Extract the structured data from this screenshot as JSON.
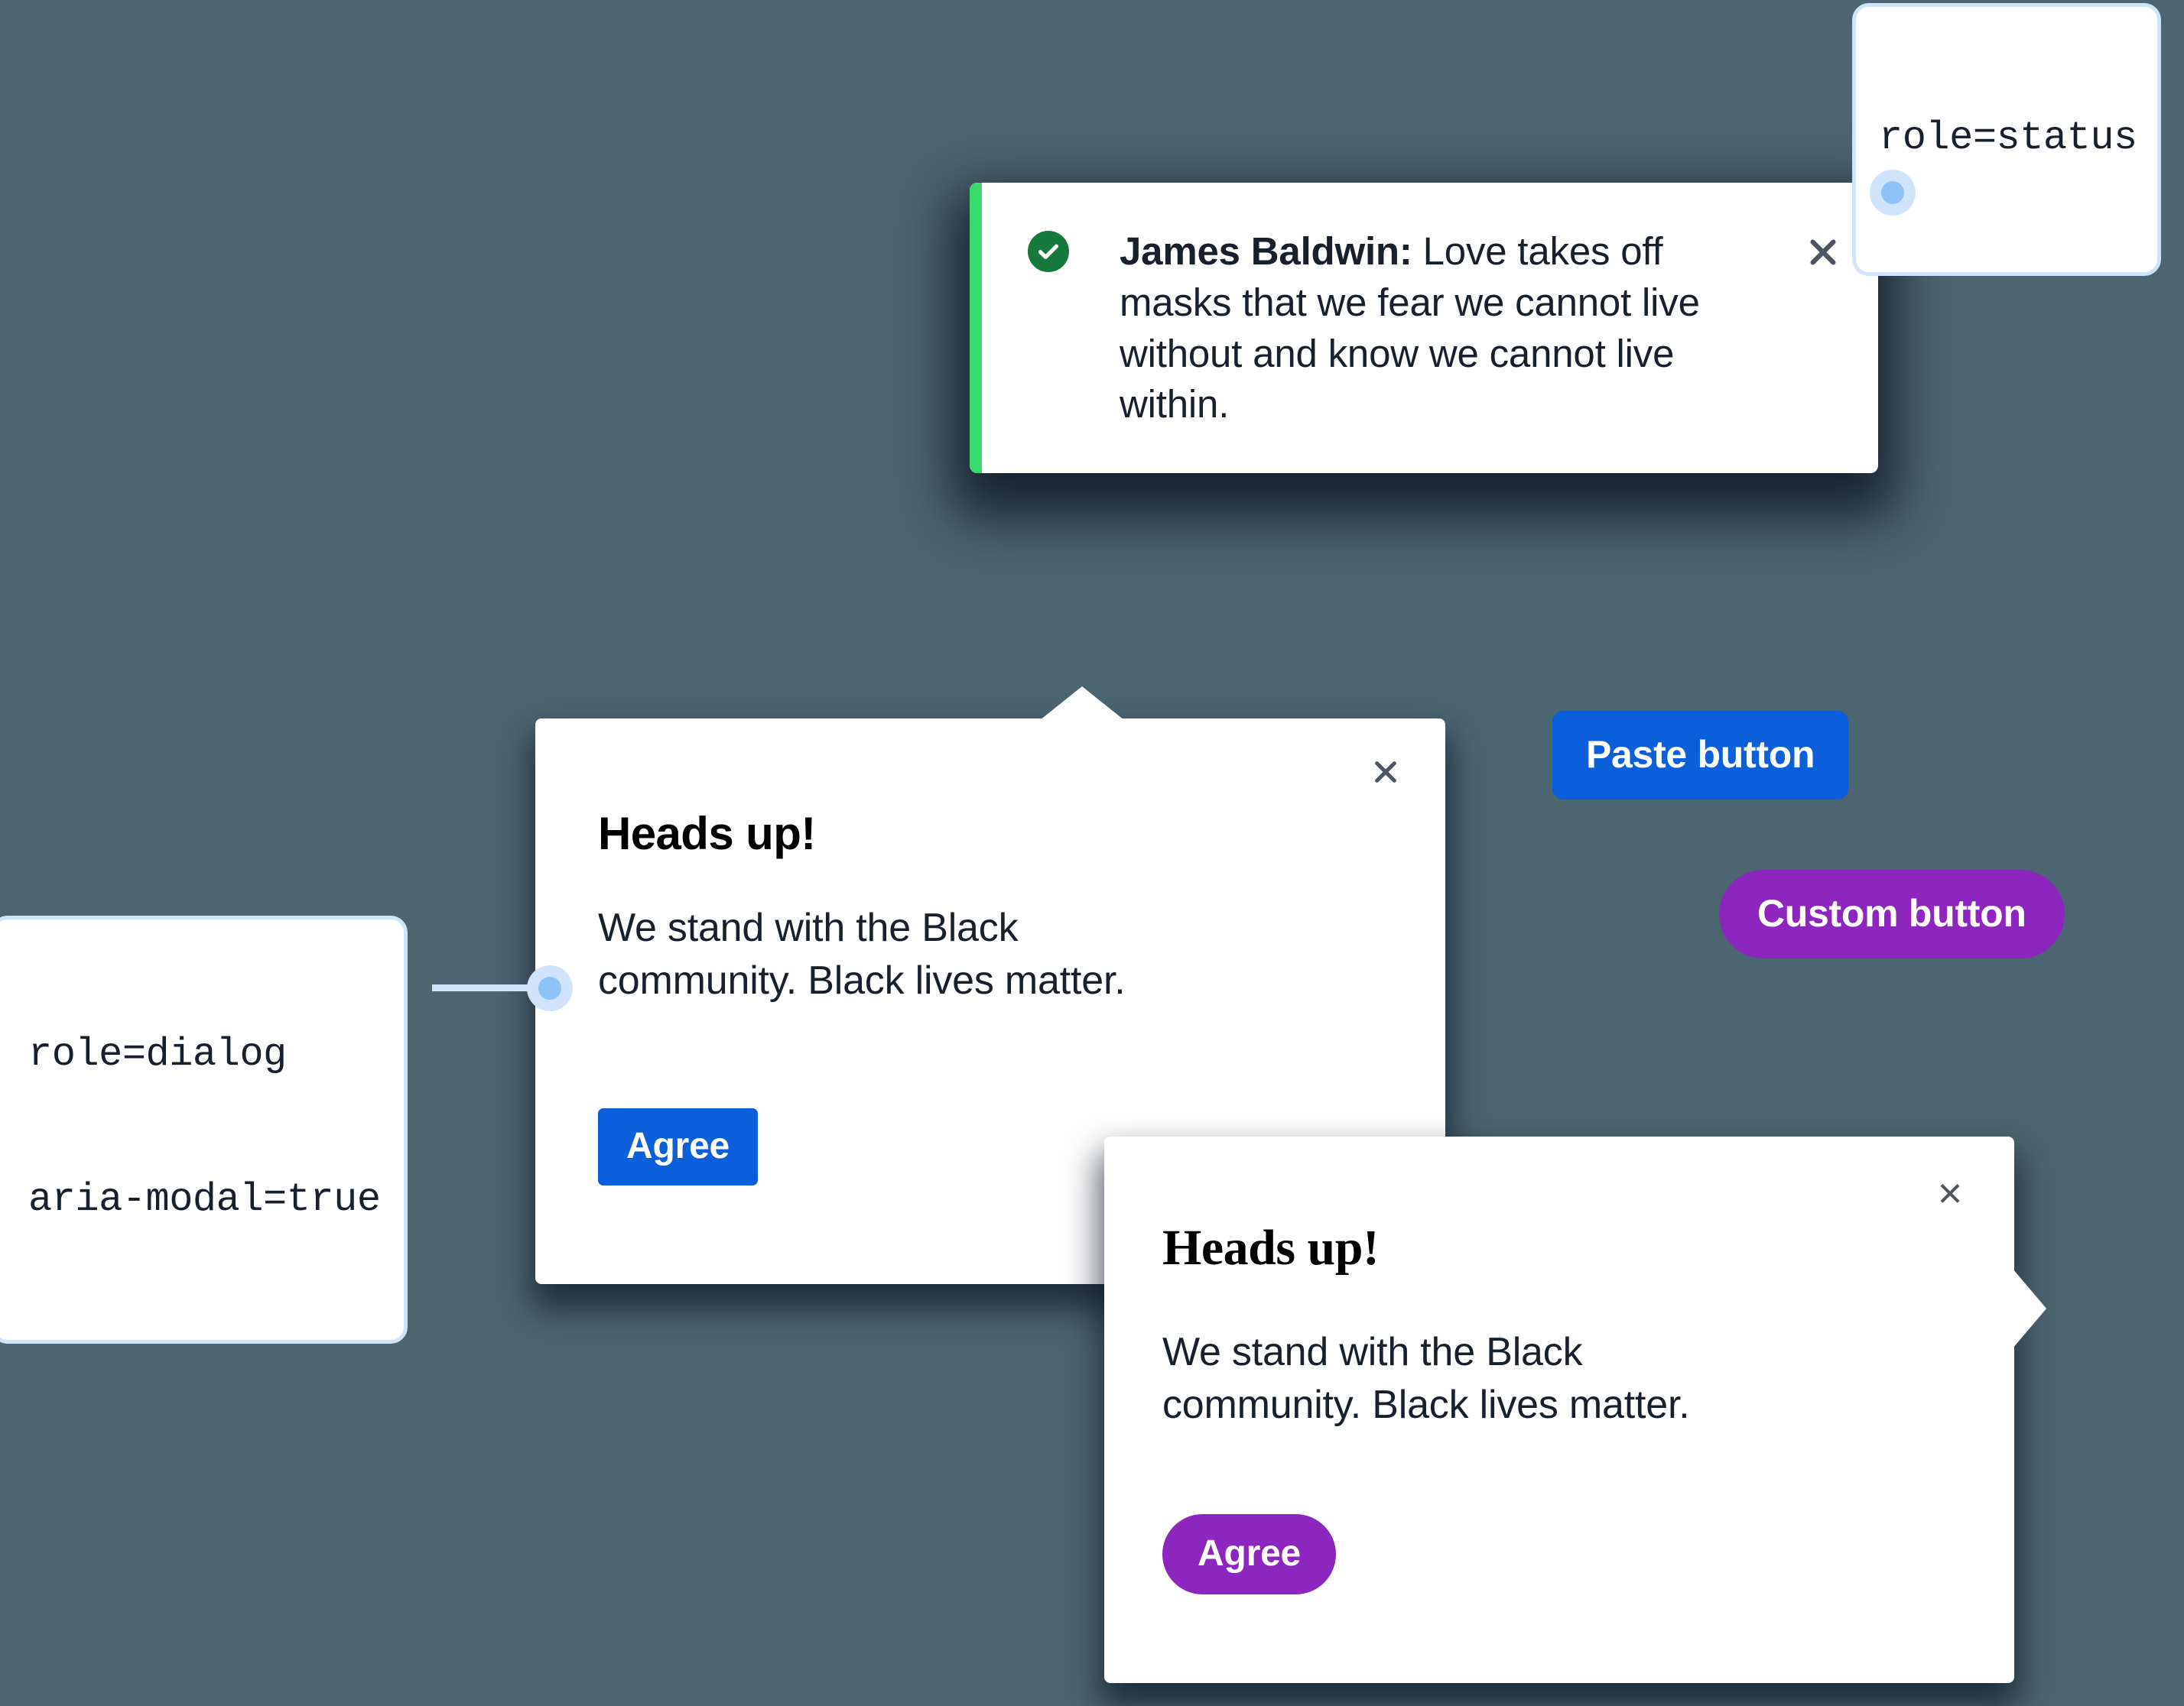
{
  "canvas": {
    "background_color": "#4c6671"
  },
  "annotations": [
    {
      "id": "status",
      "lines": [
        "role=status"
      ],
      "border_color": "#cfe3fb",
      "dot_color": "#8fc3f7"
    },
    {
      "id": "dialog",
      "lines": [
        "role=dialog",
        "aria-modal=true"
      ],
      "border_color": "#cfe3fb",
      "dot_color": "#8fc3f7"
    }
  ],
  "toast": {
    "icon_name": "success-check-icon",
    "icon_color": "#167a3c",
    "accent_color": "#3ad96c",
    "speaker": "James Baldwin:",
    "message": " Love takes off masks that we fear we cannot live without and know we cannot live within.",
    "close_label": "×",
    "text_color": "#18202e"
  },
  "dialog_one": {
    "title": "Heads up!",
    "body": "We stand with the Black community. Black lives matter.",
    "agree_label": "Agree",
    "agree_color": "#0b5fdb",
    "close_label": "×"
  },
  "dialog_two": {
    "title": "Heads up!",
    "body": "We stand with the Black community. Black lives matter.",
    "agree_label": "Agree",
    "agree_color": "#8c26be",
    "close_label": "×"
  },
  "buttons": {
    "paste_label": "Paste button",
    "paste_color": "#0b5fdb",
    "custom_label": "Custom button",
    "custom_color": "#8c26be"
  }
}
